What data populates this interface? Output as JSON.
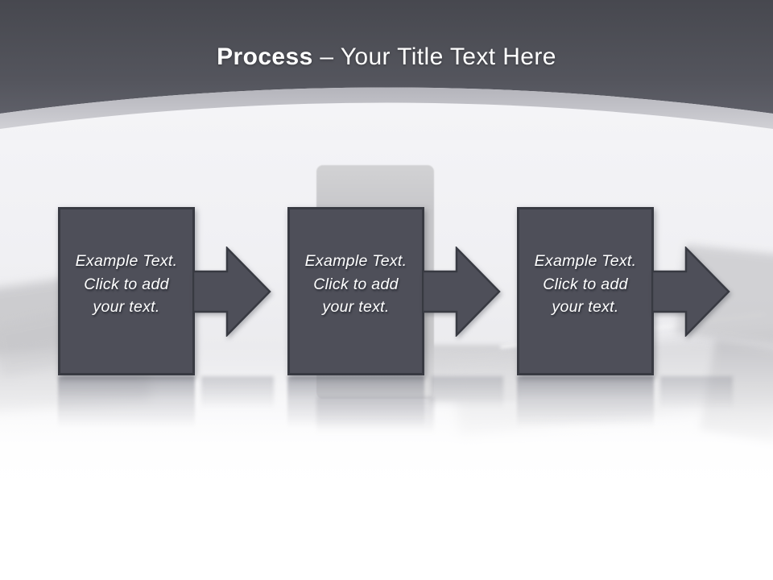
{
  "slide": {
    "title": {
      "bold": "Process",
      "separator": " – ",
      "rest": "Your Title Text Here"
    }
  },
  "process_steps": [
    {
      "line1": "Example Text.",
      "line2": "Click to add",
      "line3": "your text."
    },
    {
      "line1": "Example Text.",
      "line2": "Click to add",
      "line3": "your text."
    },
    {
      "line1": "Example Text.",
      "line2": "Click to add",
      "line3": "your text."
    }
  ],
  "colors": {
    "header_gradient_top": "#47484F",
    "header_gradient_bottom": "#5E5F68",
    "silver_band": "#BDBDC4",
    "shape_fill": "#4E4F59",
    "shape_border": "#383A42",
    "body_text": "#FFFFFF",
    "watermark_gray": "#C9C9CB"
  }
}
